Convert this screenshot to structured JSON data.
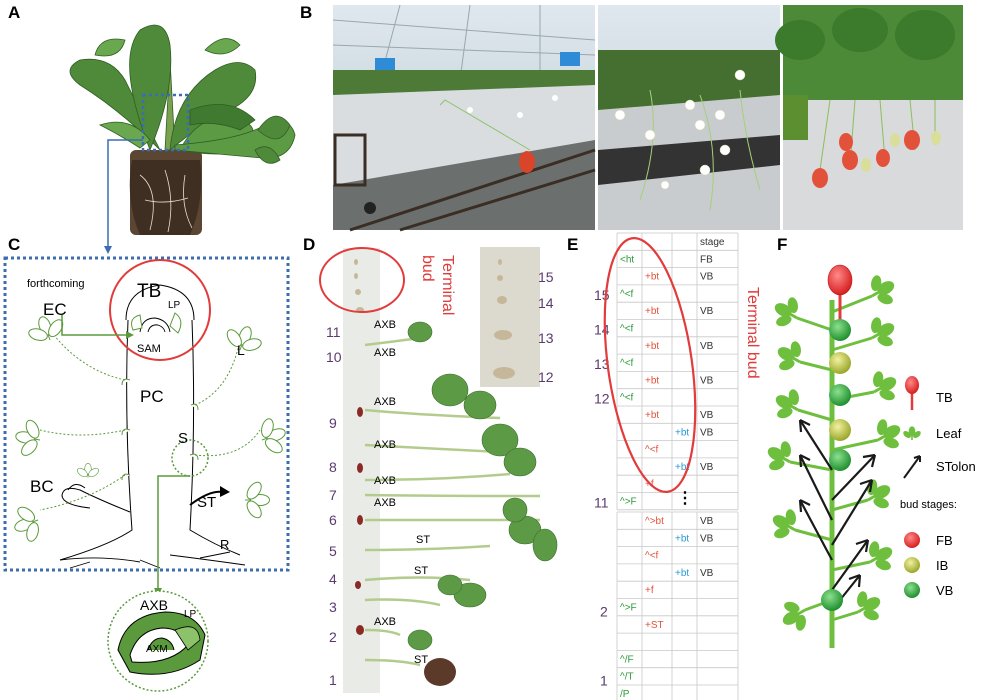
{
  "panels": {
    "A": "A",
    "B": "B",
    "C": "C",
    "D": "D",
    "E": "E",
    "F": "F"
  },
  "colors": {
    "green": "#5a9a3c",
    "leaf_green": "#8cc36a",
    "red": "#e23b3b",
    "blue_dotted": "#3b6db0",
    "purple": "#5b3a6e",
    "cyan": "#2a9ad6"
  },
  "panel_c": {
    "forthcoming": "forthcoming",
    "labels": {
      "EC": "EC",
      "TB": "TB",
      "LP": "LP",
      "SAM": "SAM",
      "PC": "PC",
      "L": "L",
      "S": "S",
      "BC": "BC",
      "ST": "ST",
      "R": "R"
    },
    "inset": {
      "AXB": "AXB",
      "LP": "LP",
      "AXM": "AXM"
    }
  },
  "panel_d": {
    "terminal_bud": [
      "Terminal",
      "bud"
    ],
    "left_numbers": [
      "11",
      "10",
      "9",
      "8",
      "7",
      "6",
      "5",
      "4",
      "3",
      "2",
      "1"
    ],
    "inset_numbers": [
      "15",
      "14",
      "13",
      "12"
    ],
    "labels": [
      {
        "text": "AXB"
      },
      {
        "text": "AXB"
      },
      {
        "text": "AXB"
      },
      {
        "text": "AXB"
      },
      {
        "text": "AXB"
      },
      {
        "text": "AXB"
      },
      {
        "text": "ST"
      },
      {
        "text": "ST"
      },
      {
        "text": "AXB"
      },
      {
        "text": "ST"
      }
    ]
  },
  "panel_e": {
    "stage_header": "stage",
    "terminal_bud": "Terminal bud",
    "ellipsis": "⋮",
    "top_rows": [
      {
        "c1": "<ht",
        "c2": "",
        "c3": "",
        "stage": "FB"
      },
      {
        "c1": "",
        "c2": "+bt",
        "c3": "",
        "stage": "VB"
      },
      {
        "c1": "^<f",
        "c2": "",
        "c3": "",
        "stage": ""
      },
      {
        "c1": "",
        "c2": "+bt",
        "c3": "",
        "stage": "VB"
      },
      {
        "c1": "^<f",
        "c2": "",
        "c3": "",
        "stage": ""
      },
      {
        "c1": "",
        "c2": "+bt",
        "c3": "",
        "stage": "VB"
      },
      {
        "c1": "^<f",
        "c2": "",
        "c3": "",
        "stage": ""
      },
      {
        "c1": "",
        "c2": "+bt",
        "c3": "",
        "stage": "VB"
      },
      {
        "c1": "^<f",
        "c2": "",
        "c3": "",
        "stage": ""
      },
      {
        "c1": "",
        "c2": "+bt",
        "c3": "",
        "stage": "VB"
      },
      {
        "c1": "",
        "c2": "",
        "c3": "+bt",
        "stage": "VB"
      },
      {
        "c1": "",
        "c2": "^<f",
        "c3": "",
        "stage": ""
      },
      {
        "c1": "",
        "c2": "",
        "c3": "+bt",
        "stage": "VB"
      },
      {
        "c1": "",
        "c2": "+f",
        "c3": "",
        "stage": ""
      },
      {
        "c1": "^>F",
        "c2": "",
        "c3": "",
        "stage": ""
      }
    ],
    "top_numbers": [
      "15",
      "14",
      "13",
      "12",
      "11"
    ],
    "bottom_rows": [
      {
        "c1": "",
        "c2": "^>bt",
        "c3": "",
        "stage": "VB"
      },
      {
        "c1": "",
        "c2": "",
        "c3": "+bt",
        "stage": "VB"
      },
      {
        "c1": "",
        "c2": "^<f",
        "c3": "",
        "stage": ""
      },
      {
        "c1": "",
        "c2": "",
        "c3": "+bt",
        "stage": "VB"
      },
      {
        "c1": "",
        "c2": "+f",
        "c3": "",
        "stage": ""
      },
      {
        "c1": "^>F",
        "c2": "",
        "c3": "",
        "stage": ""
      },
      {
        "c1": "",
        "c2": "+ST",
        "c3": "",
        "stage": ""
      },
      {
        "c1": "",
        "c2": "",
        "c3": "",
        "stage": ""
      },
      {
        "c1": "^/F",
        "c2": "",
        "c3": "",
        "stage": ""
      },
      {
        "c1": "^/T",
        "c2": "",
        "c3": "",
        "stage": ""
      },
      {
        "c1": "/P",
        "c2": "",
        "c3": "",
        "stage": ""
      }
    ],
    "bottom_numbers": [
      "2",
      "1"
    ]
  },
  "panel_f": {
    "legend": {
      "TB": "TB",
      "Leaf": "Leaf",
      "Stolon": "STolon",
      "bud_stages": "bud stages:",
      "FB": "FB",
      "IB": "IB",
      "VB": "VB"
    }
  }
}
